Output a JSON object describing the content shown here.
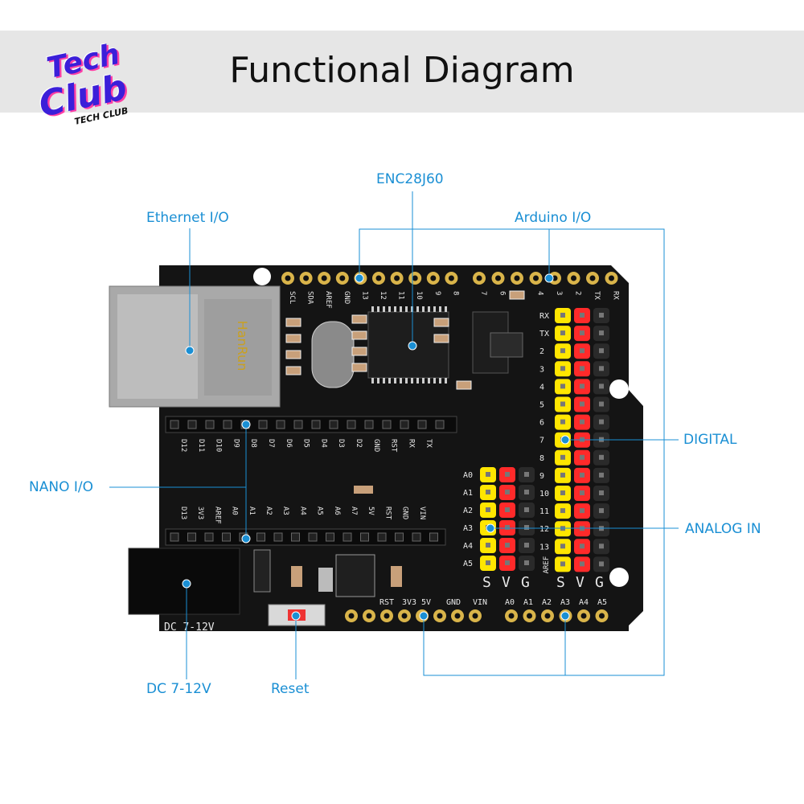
{
  "header": {
    "title": "Functional Diagram",
    "logo_line1": "Tech",
    "logo_line2": "Club",
    "logo_sub": "TECH CLUB"
  },
  "labels": {
    "enc28j60": "ENC28J60",
    "ethernet_io": "Ethernet I/O",
    "arduino_io": "Arduino I/O",
    "digital": "DIGITAL",
    "nano_io": "NANO I/O",
    "analog_in": "ANALOG IN",
    "dc": "DC 7-12V",
    "reset": "Reset"
  },
  "board": {
    "dc_silk": "DC 7-12V",
    "top_header_left": [
      "SCL",
      "SDA",
      "AREF",
      "GND",
      "13",
      "12",
      "11",
      "10",
      "9",
      "8"
    ],
    "top_header_right": [
      "7",
      "6",
      "5",
      "4",
      "3",
      "2",
      "TX",
      "RX"
    ],
    "nano_top_row": [
      "D12",
      "D11",
      "D10",
      "D9",
      "D8",
      "D7",
      "D6",
      "D5",
      "D4",
      "D3",
      "D2",
      "GND",
      "RST",
      "RX",
      "TX"
    ],
    "nano_bottom_row": [
      "D13",
      "3V3",
      "AREF",
      "A0",
      "A1",
      "A2",
      "A3",
      "A4",
      "A5",
      "A6",
      "A7",
      "5V",
      "RST",
      "GND",
      "VIN"
    ],
    "digital_rows": [
      "RX",
      "TX",
      "2",
      "3",
      "4",
      "5",
      "6",
      "7",
      "8",
      "9",
      "10",
      "11",
      "12",
      "13",
      "AREF"
    ],
    "analog_rows": [
      "A0",
      "A1",
      "A2",
      "A3",
      "A4",
      "A5"
    ],
    "svg_letters": [
      "S",
      "V",
      "G"
    ],
    "power_header": [
      "RST",
      "3V3",
      "5V",
      "GND",
      "VIN"
    ],
    "analog_header": [
      "A0",
      "A1",
      "A2",
      "A3",
      "A4",
      "A5"
    ]
  },
  "colors": {
    "accent": "#1a8fd4",
    "pcb": "#141414",
    "yellow_pin": "#ffe600",
    "red_pin": "#ff2a2a",
    "black_pin": "#2a2a2a"
  }
}
